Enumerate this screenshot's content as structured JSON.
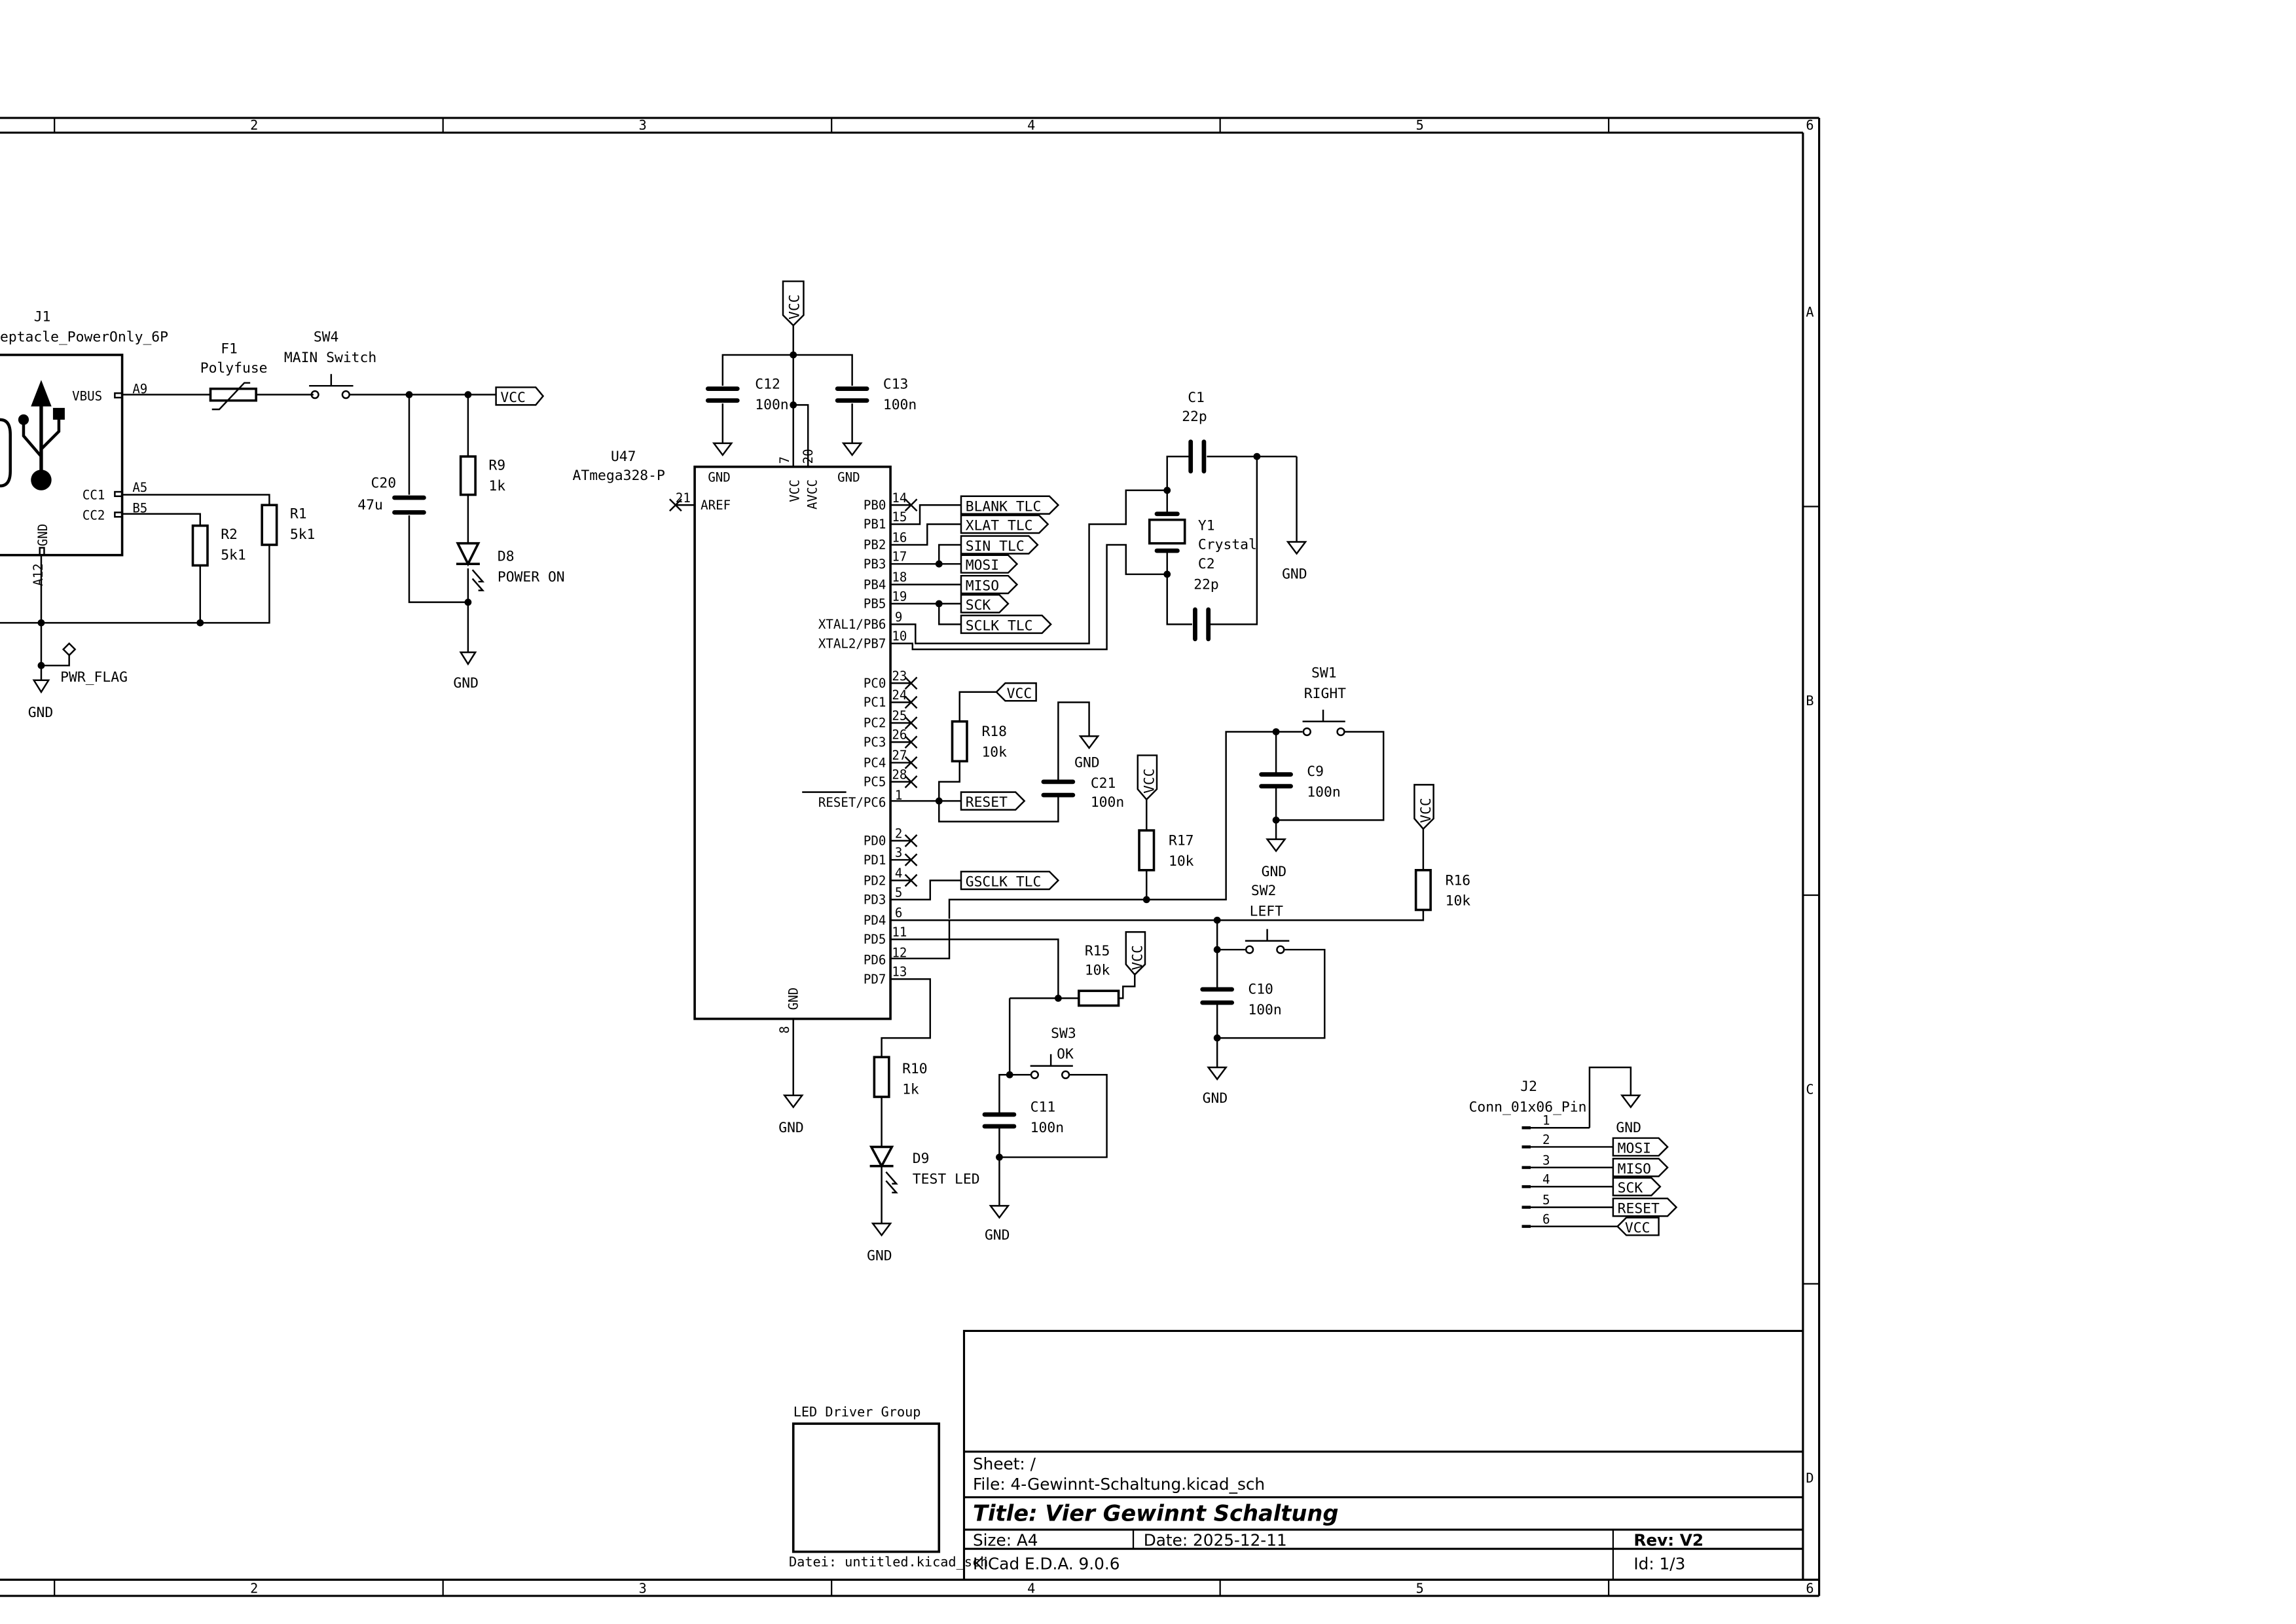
{
  "frame": {
    "columns": [
      "2",
      "3",
      "4",
      "5",
      "6"
    ],
    "rows": [
      "A",
      "B",
      "C",
      "D"
    ]
  },
  "j1": {
    "ref": "J1",
    "value": "eptacle_PowerOnly_6P",
    "pins": {
      "vbus": "VBUS",
      "cc1": "CC1",
      "cc2": "CC2",
      "gnd": "GND"
    },
    "pin_numbers": {
      "vbus": "A9",
      "cc1": "A5",
      "cc2": "B5",
      "gnd": "A12"
    }
  },
  "f1": {
    "ref": "F1",
    "value": "Polyfuse"
  },
  "sw4": {
    "ref": "SW4",
    "value": "MAIN Switch"
  },
  "c20": {
    "ref": "C20",
    "value": "47u"
  },
  "r9": {
    "ref": "R9",
    "value": "1k"
  },
  "d8": {
    "ref": "D8",
    "value": "POWER ON"
  },
  "r1": {
    "ref": "R1",
    "value": "5k1"
  },
  "r2": {
    "ref": "R2",
    "value": "5k1"
  },
  "pwr_flag": "PWR_FLAG",
  "nets": {
    "vcc": "VCC",
    "gnd": "GND",
    "reset": "RESET",
    "mosi": "MOSI",
    "miso": "MISO",
    "sck": "SCK",
    "blank": "BLANK_TLC",
    "xlat": "XLAT_TLC",
    "sin": "SIN_TLC",
    "sclk": "SCLK_TLC",
    "gsclk": "GSCLK_TLC"
  },
  "c12": {
    "ref": "C12",
    "value": "100n"
  },
  "c13": {
    "ref": "C13",
    "value": "100n"
  },
  "u47": {
    "ref": "U47",
    "value": "ATmega328-P",
    "top_pins": [
      {
        "name": "GND"
      },
      {
        "name": "VCC",
        "num": "7"
      },
      {
        "name": "AVCC",
        "num": "20"
      },
      {
        "name": "GND"
      }
    ],
    "aref": {
      "name": "AREF",
      "num": "21"
    },
    "bottom_gnd": {
      "name": "GND",
      "num": "8"
    },
    "right_pins": [
      {
        "name": "PB0",
        "num": "14"
      },
      {
        "name": "PB1",
        "num": "15"
      },
      {
        "name": "PB2",
        "num": "16"
      },
      {
        "name": "PB3",
        "num": "17"
      },
      {
        "name": "PB4",
        "num": "18"
      },
      {
        "name": "PB5",
        "num": "19"
      },
      {
        "name": "XTAL1/PB6",
        "num": "9"
      },
      {
        "name": "XTAL2/PB7",
        "num": "10"
      },
      {
        "name": "PC0",
        "num": "23"
      },
      {
        "name": "PC1",
        "num": "24"
      },
      {
        "name": "PC2",
        "num": "25"
      },
      {
        "name": "PC3",
        "num": "26"
      },
      {
        "name": "PC4",
        "num": "27"
      },
      {
        "name": "PC5",
        "num": "28"
      },
      {
        "name": "RESET/PC6",
        "num": "1"
      },
      {
        "name": "PD0",
        "num": "2"
      },
      {
        "name": "PD1",
        "num": "3"
      },
      {
        "name": "PD2",
        "num": "4"
      },
      {
        "name": "PD3",
        "num": "5"
      },
      {
        "name": "PD4",
        "num": "6"
      },
      {
        "name": "PD5",
        "num": "11"
      },
      {
        "name": "PD6",
        "num": "12"
      },
      {
        "name": "PD7",
        "num": "13"
      }
    ]
  },
  "c1": {
    "ref": "C1",
    "value": "22p"
  },
  "c2": {
    "ref": "C2",
    "value": "22p"
  },
  "y1": {
    "ref": "Y1",
    "value": "Crystal"
  },
  "r18": {
    "ref": "R18",
    "value": "10k"
  },
  "c21": {
    "ref": "C21",
    "value": "100n"
  },
  "r17": {
    "ref": "R17",
    "value": "10k"
  },
  "sw1": {
    "ref": "SW1",
    "value": "RIGHT"
  },
  "c9": {
    "ref": "C9",
    "value": "100n"
  },
  "sw2": {
    "ref": "SW2",
    "value": "LEFT"
  },
  "c10": {
    "ref": "C10",
    "value": "100n"
  },
  "r16": {
    "ref": "R16",
    "value": "10k"
  },
  "r15": {
    "ref": "R15",
    "value": "10k"
  },
  "sw3": {
    "ref": "SW3",
    "value": "OK"
  },
  "c11": {
    "ref": "C11",
    "value": "100n"
  },
  "r10": {
    "ref": "R10",
    "value": "1k"
  },
  "d9": {
    "ref": "D9",
    "value": "TEST LED"
  },
  "j2": {
    "ref": "J2",
    "value": "Conn_01x06_Pin",
    "pins": [
      "1",
      "2",
      "3",
      "4",
      "5",
      "6"
    ]
  },
  "hier_sheet": {
    "name": "LED Driver Group",
    "file": "Datei: untitled.kicad_sch"
  },
  "title_block": {
    "sheet": "Sheet: /",
    "file": "File: 4-Gewinnt-Schaltung.kicad_sch",
    "title": "Title: Vier Gewinnt Schaltung",
    "size": "Size: A4",
    "date": "Date: 2025-12-11",
    "rev": "Rev: V2",
    "generator": "KiCad E.D.A. 9.0.6",
    "id": "Id: 1/3"
  }
}
